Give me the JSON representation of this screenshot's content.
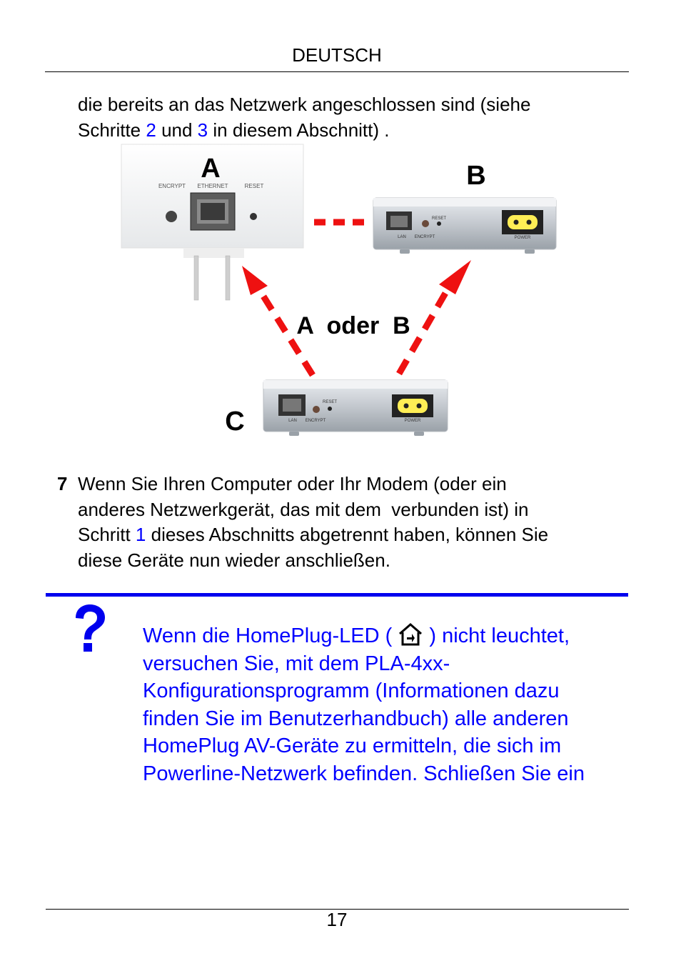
{
  "header": {
    "language": "DEUTSCH"
  },
  "intro": {
    "line1": "die bereits an das Netzwerk angeschlossen sind (siehe",
    "line2_pre": "Schritte ",
    "ref1": "2",
    "line2_mid": " und ",
    "ref2": "3",
    "line2_post": " in diesem Abschnitt) ."
  },
  "diagram": {
    "label_a": "A",
    "label_b": "B",
    "label_c": "C",
    "label_or": "A  oder  B",
    "device_a_ports": [
      "ENCRYPT",
      "ETHERNET",
      "RESET"
    ],
    "device_small_ports": [
      "LAN",
      "ENCRYPT",
      "RESET",
      "POWER"
    ],
    "arrow_color": "#ee1111"
  },
  "step7": {
    "number": "7",
    "line1": "Wenn Sie Ihren Computer oder Ihr Modem (oder ein",
    "line2": "anderes Netzwerkgerät, das mit dem  verbunden ist) in",
    "line3_pre": "Schritt ",
    "ref": "1",
    "line3_post": " dieses Abschnitts abgetrennt haben, können Sie",
    "line4": "diese Geräte nun wieder anschließen."
  },
  "note": {
    "icon": "question-mark-icon",
    "led_icon": "homeplug-led-icon",
    "line1_pre": "Wenn die HomePlug-LED ( ",
    "line1_post": " ) nicht leuchtet,",
    "line2": "versuchen Sie, mit dem PLA-4xx-",
    "line3": "Konfigurationsprogramm (Informationen dazu",
    "line4": "finden Sie im Benutzerhandbuch) alle anderen",
    "line5": "HomePlug AV-Geräte zu ermitteln, die sich im",
    "line6": "Powerline-Netzwerk befinden. Schließen Sie ein",
    "accent": "#0000ee"
  },
  "footer": {
    "page_number": "17"
  }
}
